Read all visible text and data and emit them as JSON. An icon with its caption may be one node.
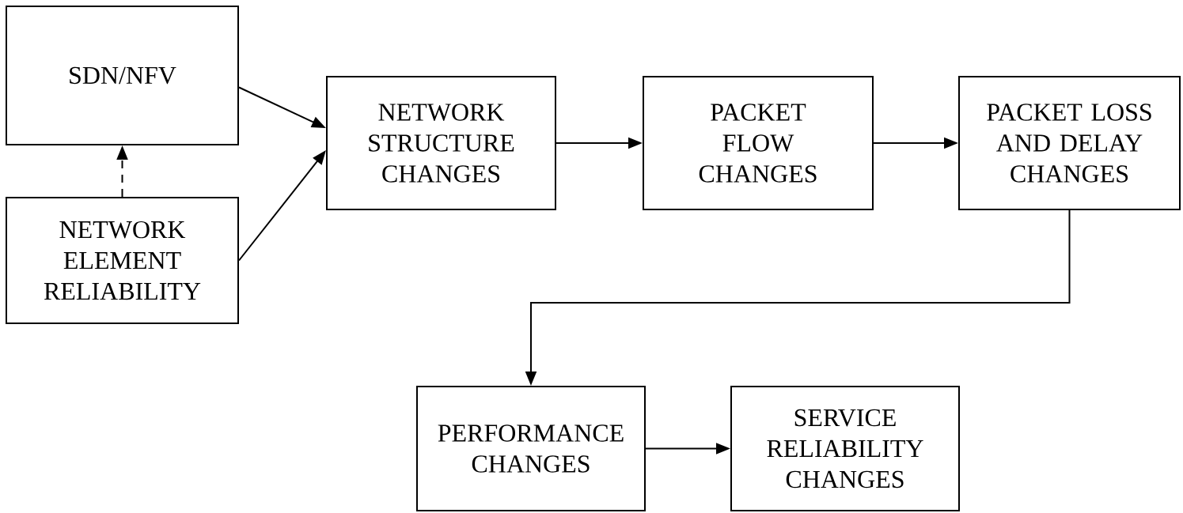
{
  "diagram": {
    "nodes": [
      {
        "text": [
          "SDN/NFV"
        ]
      },
      {
        "text": [
          "NETWORK ELEMENT RELIABILITY"
        ]
      },
      {
        "text": [
          "NETWORK STRUCTURE CHANGES"
        ]
      },
      {
        "text": [
          "PACKET FLOW CHANGES"
        ]
      },
      {
        "text": [
          "PACKET LOSS AND DELAY CHANGES"
        ]
      },
      {
        "text": [
          "PERFORMANCE CHANGES"
        ]
      },
      {
        "text": [
          "SERVICE RELIABILITY CHANGES"
        ]
      }
    ],
    "edges": [
      {
        "from": 0,
        "to": 2,
        "arrow": "to"
      },
      {
        "from": 1,
        "to": 0,
        "arrow": "to",
        "style": "dashed"
      },
      {
        "from": 1,
        "to": 2,
        "arrow": "to"
      },
      {
        "from": 2,
        "to": 3,
        "arrow": "to"
      },
      {
        "from": 3,
        "to": 4,
        "arrow": "to"
      },
      {
        "from": 4,
        "to": 5,
        "arrow": "to"
      },
      {
        "from": 5,
        "to": 6,
        "arrow": "to"
      }
    ]
  }
}
